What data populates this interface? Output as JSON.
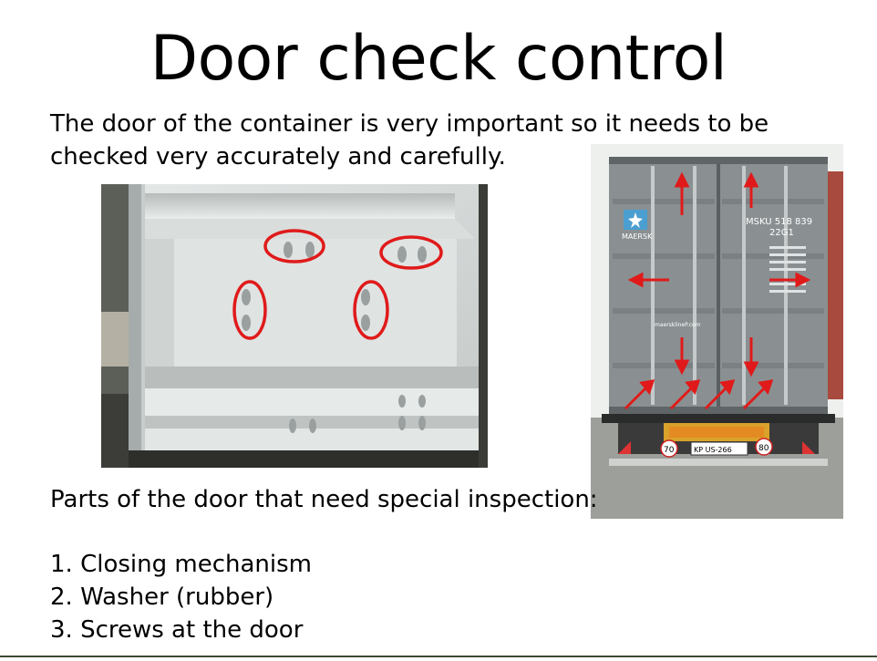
{
  "slide": {
    "title": "Door check control",
    "intro": "The door of the container is very important so it needs to be checked very accurately and carefully.",
    "parts_heading": "Parts of the door that need special inspection:",
    "parts": [
      "1. Closing mechanism",
      "2. Washer (rubber)",
      "3. Screws at the door"
    ]
  },
  "photo_truck": {
    "brand": "MAERSK",
    "container_number": "MSKU 518 839",
    "container_code": "22G1",
    "website": "maersklineP.com",
    "plate_left": "70",
    "plate_center": "KP US-266",
    "plate_right": "80"
  },
  "colors": {
    "marker": "#e01a1a",
    "door_panel": "#d5d9d8",
    "container": "#8a9092",
    "rule": "#3e4a33"
  }
}
